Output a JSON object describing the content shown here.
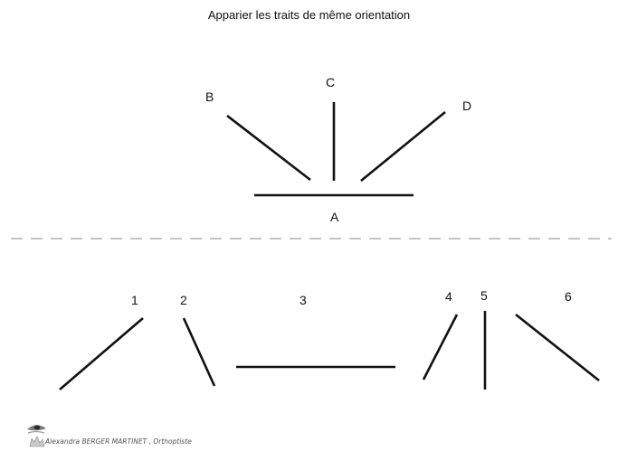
{
  "title": "Apparier les traits de même orientation",
  "reference": {
    "labels": {
      "A": "A",
      "B": "B",
      "C": "C",
      "D": "D"
    }
  },
  "answers": {
    "labels": [
      "1",
      "2",
      "3",
      "4",
      "5",
      "6"
    ]
  },
  "footer": {
    "author": "Alexandra BERGER MARTINET , Orthoptiste",
    "logo_icon": "eye-logo-icon"
  },
  "colors": {
    "stroke": "#111111",
    "divider": "#a0a0a0"
  }
}
